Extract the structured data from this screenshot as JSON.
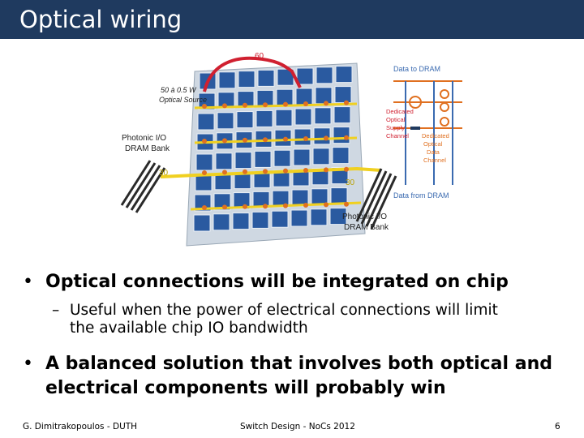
{
  "slide": {
    "title": "Optical wiring"
  },
  "figure": {
    "labels": {
      "bw_top": "60",
      "bw_left": "30",
      "bw_right": "30",
      "optical_source": "50 à 0.5 W\nOptical Source",
      "photonic_io_left": "Photonic I/O\nDRAM Bank",
      "photonic_io_right": "Photonic I/O\nDRAM Bank",
      "data_to_dram": "Data to DRAM",
      "data_from_dram": "Data from DRAM",
      "dedicated_supply": "Dedicated\nOptical\nSupply\nChannel",
      "dedicated_data": "Dedicated\nOptical\nData\nChannel"
    },
    "colors": {
      "tile_blue": "#2a5aa0",
      "waveguide_yellow": "#f0d020",
      "waveguide_red": "#d02030",
      "oe_orange": "#e07020"
    }
  },
  "bullets": [
    {
      "text": "Optical connections will be integrated on chip",
      "sub": [
        {
          "line1": "Useful when the power of electrical connections will limit",
          "line2": "the available chip IO bandwidth"
        }
      ]
    },
    {
      "line1": "A balanced solution that involves both optical and",
      "line2": "electrical components will probably win"
    }
  ],
  "footer": {
    "author": "G. Dimitrakopoulos - DUTH",
    "course": "Switch Design - NoCs 2012",
    "page": "6"
  }
}
